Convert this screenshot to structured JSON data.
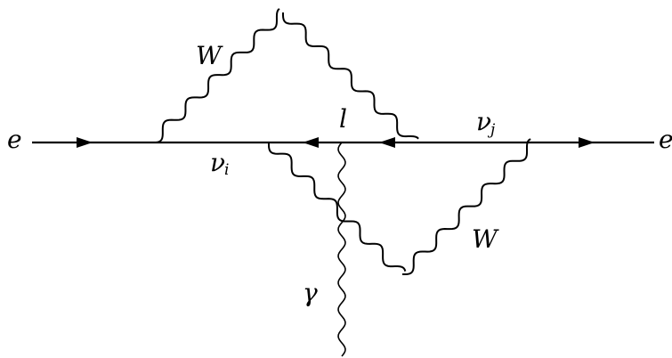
{
  "labels": {
    "e_left": "e",
    "e_right": "e",
    "W_top": "W",
    "W_bottom": "W",
    "l": "l",
    "nu_i": "ν",
    "nu_i_sub": "i",
    "nu_j": "ν",
    "nu_j_sub": "j",
    "gamma": "γ"
  },
  "colors": {
    "line": "#000000",
    "background": "#ffffff"
  }
}
